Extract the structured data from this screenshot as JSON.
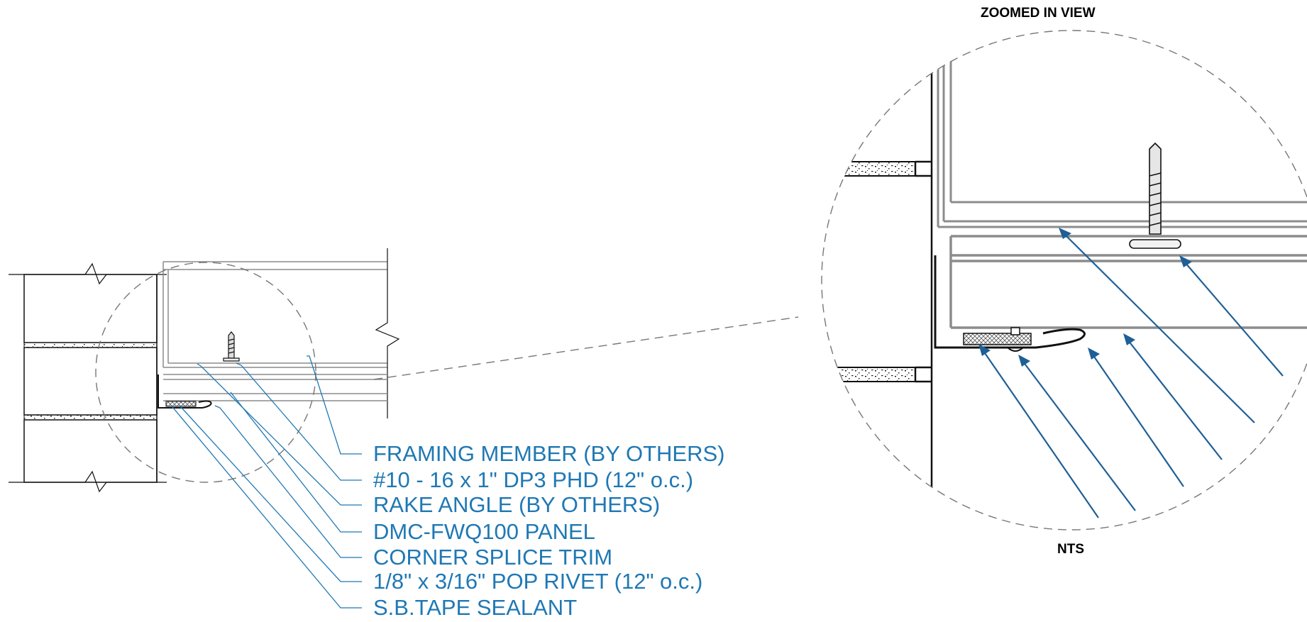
{
  "labels": {
    "zoom_title": "ZOOMED IN VIEW",
    "scale_note": "NTS",
    "callouts": [
      "FRAMING MEMBER (BY OTHERS)",
      "#10 - 16 x 1\" DP3 PHD  (12\" o.c.)",
      "RAKE ANGLE (BY OTHERS)",
      "DMC-FWQ100 PANEL",
      "CORNER SPLICE TRIM",
      "1/8\" x 3/16\" POP RIVET (12\" o.c.)",
      "S.B.TAPE SEALANT"
    ]
  },
  "colors": {
    "callout_text": "#1f78b4",
    "leader_zoom": "#1f5f96",
    "linework": "#111111",
    "steel": "#8c8c8c",
    "dashed": "#777777"
  }
}
